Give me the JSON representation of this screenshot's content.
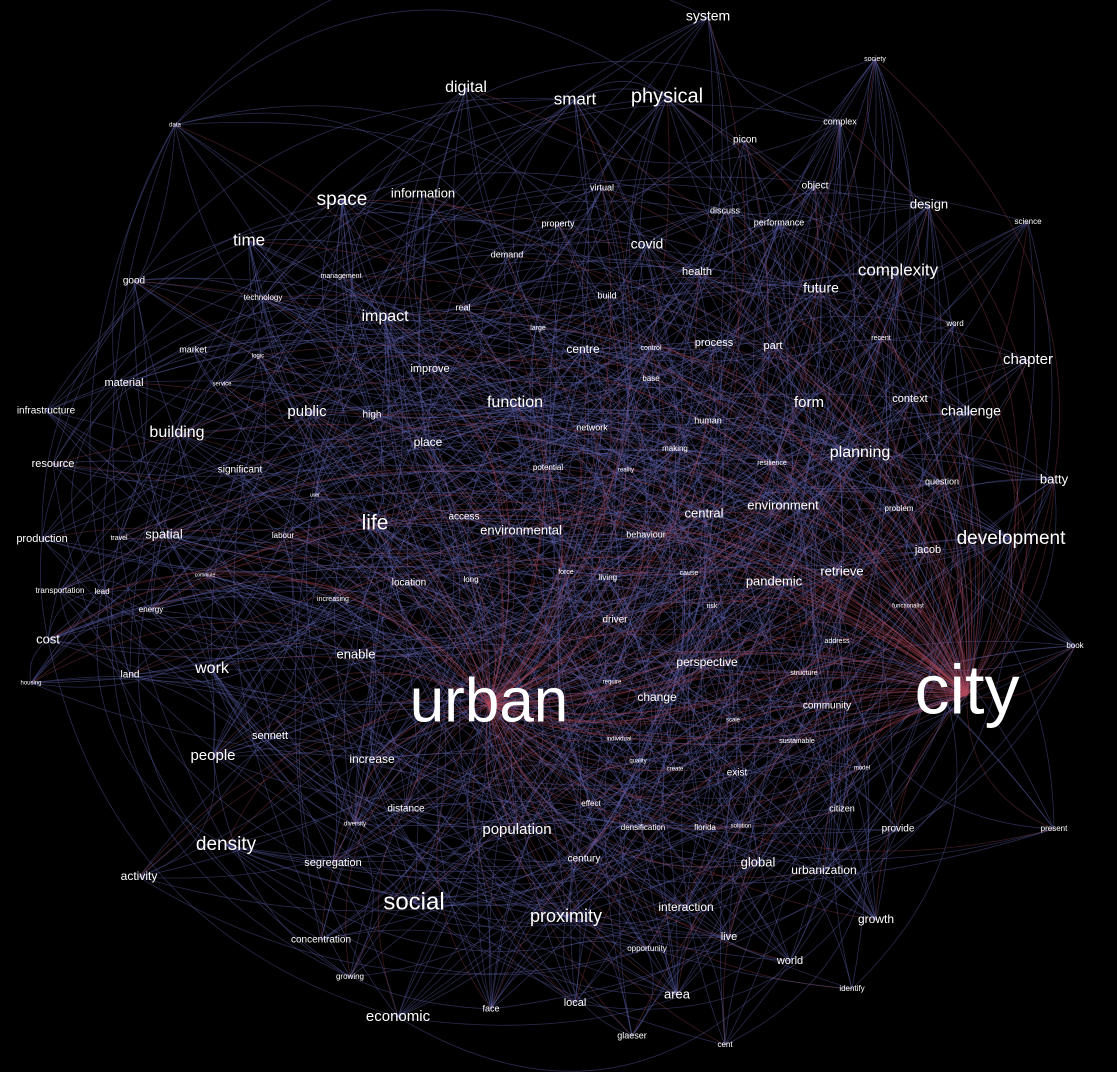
{
  "colors": {
    "background": "#000000",
    "edge_default": "#5b5fa8",
    "edge_hub": "#b34a5c",
    "label": "#ffffff"
  },
  "nodes": [
    {
      "id": "city",
      "label": "city",
      "weight": 10
    },
    {
      "id": "urban",
      "label": "urban",
      "weight": 9
    },
    {
      "id": "social",
      "label": "social",
      "weight": 5
    },
    {
      "id": "density",
      "label": "density",
      "weight": 5
    },
    {
      "id": "life",
      "label": "life",
      "weight": 5
    },
    {
      "id": "development",
      "label": "development",
      "weight": 5
    },
    {
      "id": "space",
      "label": "space",
      "weight": 5
    },
    {
      "id": "physical",
      "label": "physical",
      "weight": 5
    },
    {
      "id": "proximity",
      "label": "proximity",
      "weight": 5
    },
    {
      "id": "complexity",
      "label": "complexity",
      "weight": 4
    },
    {
      "id": "digital",
      "label": "digital",
      "weight": 4
    },
    {
      "id": "smart",
      "label": "smart",
      "weight": 4
    },
    {
      "id": "time",
      "label": "time",
      "weight": 4
    },
    {
      "id": "impact",
      "label": "impact",
      "weight": 4
    },
    {
      "id": "function",
      "label": "function",
      "weight": 4
    },
    {
      "id": "building",
      "label": "building",
      "weight": 4
    },
    {
      "id": "planning",
      "label": "planning",
      "weight": 4
    },
    {
      "id": "work",
      "label": "work",
      "weight": 4
    },
    {
      "id": "people",
      "label": "people",
      "weight": 4
    },
    {
      "id": "economic",
      "label": "economic",
      "weight": 4
    },
    {
      "id": "population",
      "label": "population",
      "weight": 4
    },
    {
      "id": "system",
      "label": "system",
      "weight": 3
    },
    {
      "id": "public",
      "label": "public",
      "weight": 3
    },
    {
      "id": "form",
      "label": "form",
      "weight": 3
    },
    {
      "id": "chapter",
      "label": "chapter",
      "weight": 3
    },
    {
      "id": "challenge",
      "label": "challenge",
      "weight": 3
    },
    {
      "id": "design",
      "label": "design",
      "weight": 3
    },
    {
      "id": "covid",
      "label": "covid",
      "weight": 3
    },
    {
      "id": "future",
      "label": "future",
      "weight": 3
    },
    {
      "id": "central",
      "label": "central",
      "weight": 3
    },
    {
      "id": "environment",
      "label": "environment",
      "weight": 3
    },
    {
      "id": "environmental",
      "label": "environmental",
      "weight": 3
    },
    {
      "id": "pandemic",
      "label": "pandemic",
      "weight": 3
    },
    {
      "id": "enable",
      "label": "enable",
      "weight": 3
    },
    {
      "id": "global",
      "label": "global",
      "weight": 3
    },
    {
      "id": "batty",
      "label": "batty",
      "weight": 3
    },
    {
      "id": "spatial",
      "label": "spatial",
      "weight": 3
    },
    {
      "id": "cost",
      "label": "cost",
      "weight": 3
    },
    {
      "id": "information",
      "label": "information",
      "weight": 3
    },
    {
      "id": "retrieve",
      "label": "retrieve",
      "weight": 3
    },
    {
      "id": "area",
      "label": "area",
      "weight": 3
    },
    {
      "id": "change",
      "label": "change",
      "weight": 3
    },
    {
      "id": "perspective",
      "label": "perspective",
      "weight": 3
    },
    {
      "id": "increase",
      "label": "increase",
      "weight": 3
    },
    {
      "id": "interaction",
      "label": "interaction",
      "weight": 3
    },
    {
      "id": "urbanization",
      "label": "urbanization",
      "weight": 3
    },
    {
      "id": "growth",
      "label": "growth",
      "weight": 3
    },
    {
      "id": "activity",
      "label": "activity",
      "weight": 3
    },
    {
      "id": "segregation",
      "label": "segregation",
      "weight": 3
    },
    {
      "id": "material",
      "label": "material",
      "weight": 2
    },
    {
      "id": "resource",
      "label": "resource",
      "weight": 2
    },
    {
      "id": "improve",
      "label": "improve",
      "weight": 2
    },
    {
      "id": "place",
      "label": "place",
      "weight": 2
    },
    {
      "id": "centre",
      "label": "centre",
      "weight": 2
    },
    {
      "id": "process",
      "label": "process",
      "weight": 2
    },
    {
      "id": "health",
      "label": "health",
      "weight": 2
    },
    {
      "id": "sennett",
      "label": "sennett",
      "weight": 2
    },
    {
      "id": "local",
      "label": "local",
      "weight": 2
    },
    {
      "id": "live",
      "label": "live",
      "weight": 2
    },
    {
      "id": "world",
      "label": "world",
      "weight": 2
    },
    {
      "id": "provide",
      "label": "provide",
      "weight": 2
    },
    {
      "id": "community",
      "label": "community",
      "weight": 2
    },
    {
      "id": "context",
      "label": "context",
      "weight": 2
    },
    {
      "id": "part",
      "label": "part",
      "weight": 2
    },
    {
      "id": "jacob",
      "label": "jacob",
      "weight": 2
    },
    {
      "id": "significant",
      "label": "significant",
      "weight": 2
    },
    {
      "id": "land",
      "label": "land",
      "weight": 2
    },
    {
      "id": "distance",
      "label": "distance",
      "weight": 2
    },
    {
      "id": "concentration",
      "label": "concentration",
      "weight": 2
    },
    {
      "id": "century",
      "label": "century",
      "weight": 2
    },
    {
      "id": "driver",
      "label": "driver",
      "weight": 2
    },
    {
      "id": "picon",
      "label": "picon",
      "weight": 2
    },
    {
      "id": "object",
      "label": "object",
      "weight": 2
    },
    {
      "id": "complex",
      "label": "complex",
      "weight": 2
    },
    {
      "id": "discuss",
      "label": "discuss",
      "weight": 2
    },
    {
      "id": "virtual",
      "label": "virtual",
      "weight": 2
    },
    {
      "id": "property",
      "label": "property",
      "weight": 2
    },
    {
      "id": "demand",
      "label": "demand",
      "weight": 2
    },
    {
      "id": "build",
      "label": "build",
      "weight": 2
    },
    {
      "id": "real",
      "label": "real",
      "weight": 2
    },
    {
      "id": "performance",
      "label": "performance",
      "weight": 2
    },
    {
      "id": "good",
      "label": "good",
      "weight": 2
    },
    {
      "id": "market",
      "label": "market",
      "weight": 2
    },
    {
      "id": "high",
      "label": "high",
      "weight": 2
    },
    {
      "id": "network",
      "label": "network",
      "weight": 2
    },
    {
      "id": "human",
      "label": "human",
      "weight": 2
    },
    {
      "id": "access",
      "label": "access",
      "weight": 2
    },
    {
      "id": "location",
      "label": "location",
      "weight": 2
    },
    {
      "id": "exist",
      "label": "exist",
      "weight": 2
    },
    {
      "id": "glaeser",
      "label": "glaeser",
      "weight": 2
    },
    {
      "id": "face",
      "label": "face",
      "weight": 2
    },
    {
      "id": "identify",
      "label": "identify",
      "weight": 2
    },
    {
      "id": "question",
      "label": "question",
      "weight": 2
    },
    {
      "id": "citizen",
      "label": "citizen",
      "weight": 2
    },
    {
      "id": "production",
      "label": "production",
      "weight": 2
    },
    {
      "id": "infrastructure",
      "label": "infrastructure",
      "weight": 2
    },
    {
      "id": "florida",
      "label": "florida",
      "weight": 1
    },
    {
      "id": "densification",
      "label": "densification",
      "weight": 1
    },
    {
      "id": "behaviour",
      "label": "behaviour",
      "weight": 1
    },
    {
      "id": "living",
      "label": "living",
      "weight": 1
    },
    {
      "id": "potential",
      "label": "potential",
      "weight": 1
    },
    {
      "id": "making",
      "label": "making",
      "weight": 1
    },
    {
      "id": "base",
      "label": "base",
      "weight": 1
    },
    {
      "id": "control",
      "label": "control",
      "weight": 1
    },
    {
      "id": "large",
      "label": "large",
      "weight": 1
    },
    {
      "id": "labour",
      "label": "labour",
      "weight": 1
    },
    {
      "id": "travel",
      "label": "travel",
      "weight": 1
    },
    {
      "id": "energy",
      "label": "energy",
      "weight": 1
    },
    {
      "id": "transportation",
      "label": "transportation",
      "weight": 1
    },
    {
      "id": "lead",
      "label": "lead",
      "weight": 1
    },
    {
      "id": "increasing",
      "label": "increasing",
      "weight": 1
    },
    {
      "id": "long",
      "label": "long",
      "weight": 1
    },
    {
      "id": "force",
      "label": "force",
      "weight": 1
    },
    {
      "id": "cause",
      "label": "cause",
      "weight": 1
    },
    {
      "id": "risk",
      "label": "risk",
      "weight": 1
    },
    {
      "id": "resilience",
      "label": "resilience",
      "weight": 1
    },
    {
      "id": "problem",
      "label": "problem",
      "weight": 1
    },
    {
      "id": "recent",
      "label": "recent",
      "weight": 1
    },
    {
      "id": "word",
      "label": "word",
      "weight": 1
    },
    {
      "id": "science",
      "label": "science",
      "weight": 1
    },
    {
      "id": "society",
      "label": "society",
      "weight": 1
    },
    {
      "id": "data",
      "label": "data",
      "weight": 1
    },
    {
      "id": "management",
      "label": "management",
      "weight": 1
    },
    {
      "id": "technology",
      "label": "technology",
      "weight": 1
    },
    {
      "id": "logic",
      "label": "logic",
      "weight": 1
    },
    {
      "id": "service",
      "label": "service",
      "weight": 1
    },
    {
      "id": "commute",
      "label": "commute",
      "weight": 1
    },
    {
      "id": "user",
      "label": "user",
      "weight": 1
    },
    {
      "id": "reality",
      "label": "reality",
      "weight": 1
    },
    {
      "id": "require",
      "label": "require",
      "weight": 1
    },
    {
      "id": "individual",
      "label": "individual",
      "weight": 1
    },
    {
      "id": "quality",
      "label": "quality",
      "weight": 1
    },
    {
      "id": "create",
      "label": "create",
      "weight": 1
    },
    {
      "id": "scale",
      "label": "scale",
      "weight": 1
    },
    {
      "id": "structure",
      "label": "structure",
      "weight": 1
    },
    {
      "id": "sustainable",
      "label": "sustainable",
      "weight": 1
    },
    {
      "id": "model",
      "label": "model",
      "weight": 1
    },
    {
      "id": "address",
      "label": "address",
      "weight": 1
    },
    {
      "id": "functionalist",
      "label": "functionalist",
      "weight": 1
    },
    {
      "id": "effect",
      "label": "effect",
      "weight": 1
    },
    {
      "id": "solution",
      "label": "solution",
      "weight": 1
    },
    {
      "id": "diversity",
      "label": "diversity",
      "weight": 1
    },
    {
      "id": "growing",
      "label": "growing",
      "weight": 1
    },
    {
      "id": "opportunity",
      "label": "opportunity",
      "weight": 1
    },
    {
      "id": "cent",
      "label": "cent",
      "weight": 1
    },
    {
      "id": "book",
      "label": "book",
      "weight": 1
    },
    {
      "id": "present",
      "label": "present",
      "weight": 1
    },
    {
      "id": "housing",
      "label": "housing",
      "weight": 1
    }
  ]
}
